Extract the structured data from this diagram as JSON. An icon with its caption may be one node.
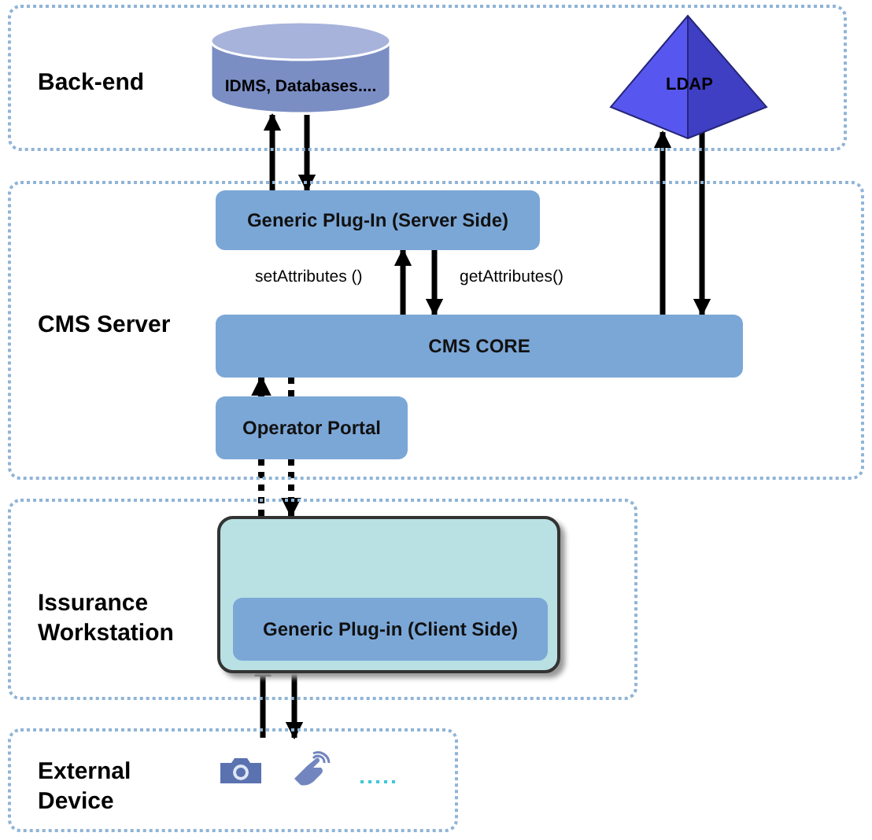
{
  "diagram": {
    "nodes": [
      {
        "text": [
          "Back-end"
        ]
      },
      {
        "text": [
          "IDMS, Databases...."
        ],
        "in": 0
      },
      {
        "text": [
          "LDAP"
        ],
        "in": 0
      },
      {
        "text": [
          "CMS Server"
        ]
      },
      {
        "text": [
          "Generic Plug-In (Server Side)"
        ],
        "in": 3
      },
      {
        "text": [
          "CMS CORE"
        ],
        "in": 3
      },
      {
        "text": [
          "Operator Portal"
        ],
        "in": 3
      },
      {
        "text": [
          "Issurance Workstation"
        ]
      },
      {
        "text": [],
        "shape": "box",
        "in": 7
      },
      {
        "text": [
          "Generic Plug-in (Client Side)"
        ],
        "in": 8
      },
      {
        "text": [
          "External Device"
        ]
      }
    ],
    "edges": [
      {
        "from": 4,
        "to": 1,
        "arrow": "to"
      },
      {
        "from": 1,
        "to": 4,
        "arrow": "to"
      },
      {
        "from": 5,
        "to": 4,
        "arrow": "to",
        "label": "setAttributes ()"
      },
      {
        "from": 4,
        "to": 5,
        "arrow": "to",
        "label": "getAttributes()"
      },
      {
        "from": 5,
        "to": 2,
        "arrow": "to"
      },
      {
        "from": 2,
        "to": 5,
        "arrow": "to"
      },
      {
        "from": 8,
        "to": 6,
        "arrow": "none",
        "style": "dashed"
      },
      {
        "from": 6,
        "to": 5,
        "arrow": "to",
        "style": "dashed"
      },
      {
        "from": 5,
        "to": 6,
        "arrow": "none",
        "style": "dashed"
      },
      {
        "from": 6,
        "to": 8,
        "arrow": "to",
        "style": "dashed"
      },
      {
        "from": 10,
        "to": 9,
        "arrow": "to"
      },
      {
        "from": 9,
        "to": 10,
        "arrow": "to"
      }
    ]
  }
}
